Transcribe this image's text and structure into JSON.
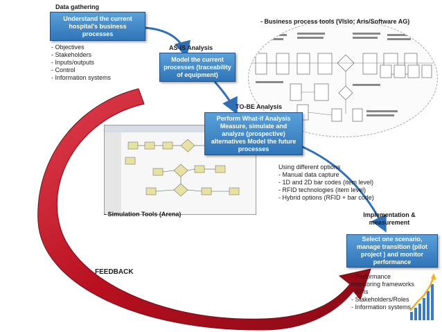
{
  "stages": {
    "data_gathering": {
      "label": "Data gathering",
      "box": "Understand the current hospital's business processes",
      "items": [
        "- Objectives",
        "- Stakeholders",
        "- Inputs/outputs",
        "- Control",
        "- Information systems"
      ]
    },
    "as_is": {
      "label": "AS-IS Analysis",
      "box": "Model the current processes (traceability of equipment)"
    },
    "to_be": {
      "label": "TO-BE Analysis",
      "box": "Perform What-if Analysis Measure, simulate and analyze (prospective) alternatives Model the future processes",
      "options": [
        "Using different options",
        "- Manual data capture",
        "- 1D and 2D bar codes (item level)",
        "- RFID technologies (item level)",
        "- Hybrid options (RFID + bar code)"
      ]
    },
    "implementation": {
      "label": "Implementation & measurement",
      "box": "Select one scenario, manage transition (pilot project ) and monitor performance",
      "items": [
        "- Performance monitoring frameworks",
        "- KPIs",
        "- Stakeholders/Roles",
        "- Information systems"
      ]
    }
  },
  "tools": {
    "business_process": "- Business process tools (Visio; Aris/Software AG)",
    "simulation": "- Simulation Tools (Arena)"
  },
  "feedback_label": "FEEDBACK",
  "colors": {
    "box_fill": "#3a86c8",
    "box_border": "#1f4f86",
    "arrow_red": "#c0182a",
    "arrow_blue": "#2e6fba"
  }
}
